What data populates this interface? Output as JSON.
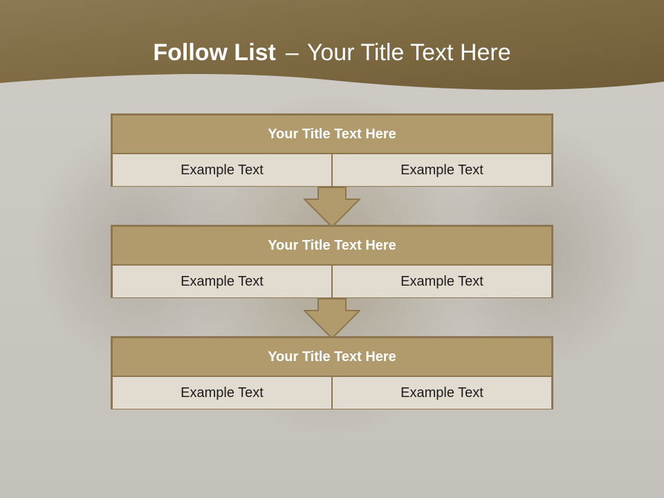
{
  "title": {
    "strong": "Follow List",
    "separator": "–",
    "rest": "Your Title Text Here"
  },
  "blocks": [
    {
      "header": "Your Title Text Here",
      "left": "Example Text",
      "right": "Example Text"
    },
    {
      "header": "Your Title Text Here",
      "left": "Example Text",
      "right": "Example Text"
    },
    {
      "header": "Your Title Text Here",
      "left": "Example Text",
      "right": "Example Text"
    }
  ],
  "colors": {
    "banner": "#8f7a4f",
    "header_fill": "#b19a6c",
    "cell_fill": "#e2dbd0",
    "border": "#8c7650"
  }
}
